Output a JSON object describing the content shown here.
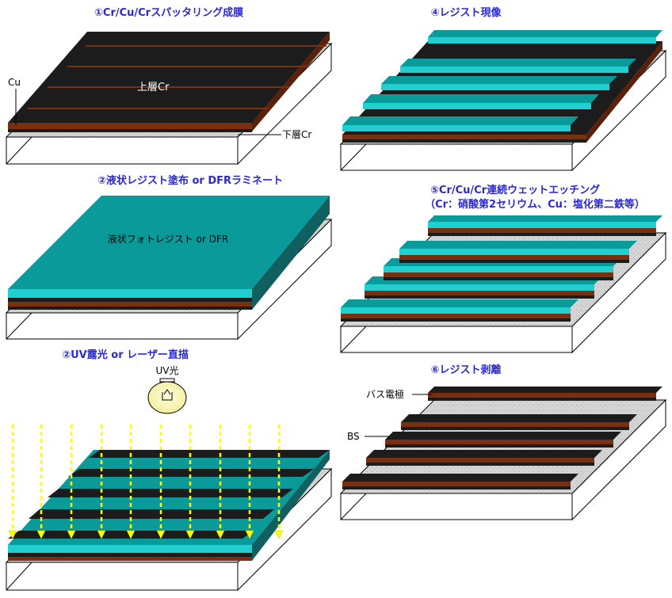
{
  "titles": {
    "s1": "①Cr/Cu/Crスパッタリング成膜",
    "s2": "②液状レジスト塗布 or DFRラミネート",
    "s3": "②UV露光 or レーザー直描",
    "s4": "④レジスト現像",
    "s5": "⑤Cr/Cu/Cr連続ウェットエッチング",
    "s5b": "（Cr：硝酸第2セリウム、Cu：塩化第二鉄等）",
    "s6": "⑥レジスト剥離"
  },
  "labels": {
    "cu": "Cu",
    "upper_cr": "上層Cr",
    "lower_cr": "下層Cr",
    "resist": "液状フォトレジスト or DFR",
    "uv": "UV光",
    "bus": "バス電極",
    "bs": "BS"
  },
  "colors": {
    "resist_top": "#0a9a9a",
    "resist_front": "#20d0d0",
    "black_top": "#1c1c1c",
    "copper": "#7a3010",
    "uv_arrow": "#ffff00",
    "title": "#2a2ad0"
  }
}
